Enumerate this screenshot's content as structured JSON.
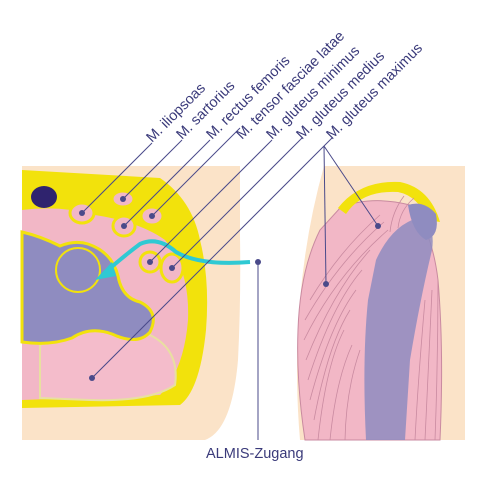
{
  "labels": {
    "iliopsoas": "M. iliopsoas",
    "sartorius": "M. sartorius",
    "rectus_femoris": "M. rectus femoris",
    "tensor_fasciae_latae": "M. tensor fasciae latae",
    "gluteus_minimus": "M. gluteus minimus",
    "gluteus_medius": "M. gluteus medius",
    "gluteus_maximus": "M. gluteus maximus",
    "approach": "ALMIS-Zugang"
  },
  "colors": {
    "skin": "#fbe3c8",
    "fat": "#f2e20c",
    "muscle": "#f2b7c6",
    "muscle_line": "#c98aa0",
    "bone": "#8f8cc0",
    "vessel": "#2f236e",
    "arrow": "#2fc9d3",
    "label_text": "#3a3a7a"
  }
}
